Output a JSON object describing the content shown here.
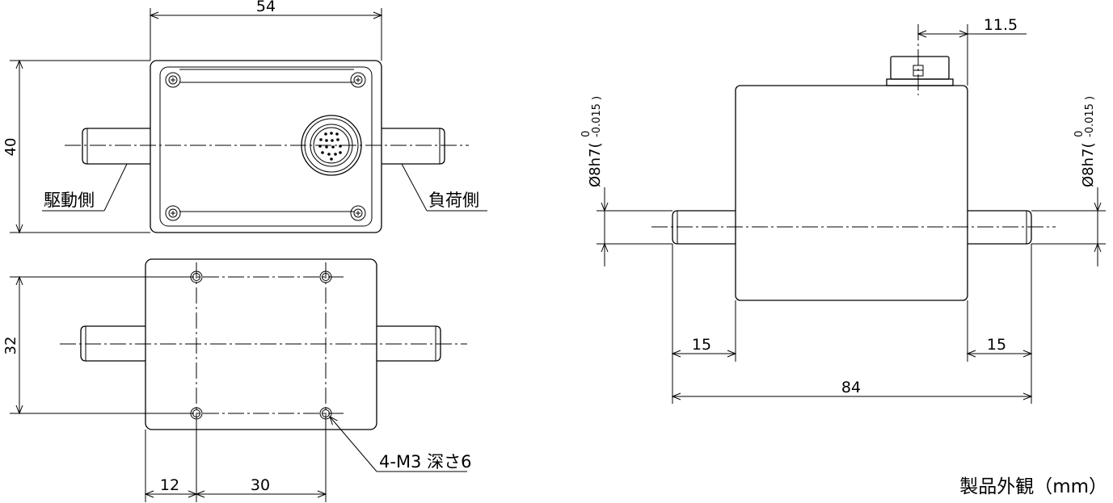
{
  "top_view": {
    "width_dim": "54",
    "height_dim": "40",
    "drive_side_label": "駆動側",
    "load_side_label": "負荷側"
  },
  "bottom_view": {
    "height_dim": "32",
    "left_offset_dim": "12",
    "hole_spacing_dim": "30",
    "hole_note": "4-M3 深さ6"
  },
  "side_view": {
    "connector_offset_dim": "11.5",
    "left_shaft_dim": "15",
    "right_shaft_dim": "15",
    "total_length_dim": "84",
    "left_diameter": "Ø8h7(",
    "left_tol_upper": "0",
    "left_tol_lower": "-0.015 )",
    "right_diameter": "Ø8h7(",
    "right_tol_upper": "0",
    "right_tol_lower": "-0.015 )"
  },
  "caption": "製品外観（mm）"
}
